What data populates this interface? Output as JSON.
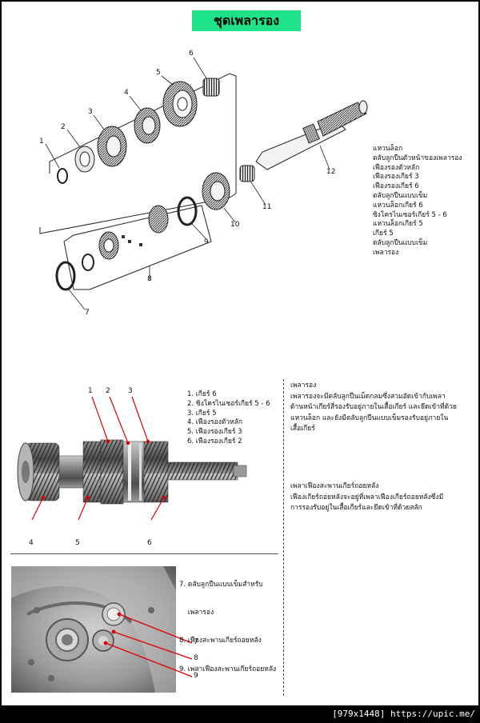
{
  "page_title": "ชุดเพลารอง",
  "exploded_view": {
    "callouts": [
      "1",
      "2",
      "3",
      "4",
      "5",
      "6",
      "7",
      "8",
      "9",
      "10",
      "11",
      "12"
    ],
    "legend": [
      "แหวนล็อก",
      "ตลับลูกปืนตัวหน้าของเพลารอง",
      "เฟืองรองตัวหลัก",
      "เฟืองรองเกียร์ 3",
      "เฟืองรองเกียร์ 6",
      "ตลับลูกปืนแบบเข็ม",
      "แหวนล็อกเกียร์ 6",
      "ซิงโครไนเซอร์เกียร์ 5 - 6",
      "แหวนล็อกเกียร์ 5",
      "เกียร์ 5",
      "ตลับลูกปืนแบบเข็ม",
      "เพลารอง"
    ]
  },
  "shaft_photo": {
    "callouts": [
      "1",
      "2",
      "3",
      "4",
      "5",
      "6"
    ],
    "legend": [
      "1. เกียร์ 6",
      "2. ซิงโครไนเซอร์เกียร์ 5 - 6",
      "3. เกียร์ 5",
      "4. เฟืองรองตัวหลัก",
      "5. เฟืองรองเกียร์ 3",
      "6. เฟืองรองเกียร์ 2"
    ]
  },
  "description": {
    "heading": "เพลารอง",
    "paragraph1": [
      "เพลารองจะมีตลับลูกปืนเม็ดกลมซึ่งสวมอัดเข้ากับเพลา",
      "ด้านหน้าเกียร์สี่รองรับอยู่ภายในเสื้อเกียร์ และยึดเข้าที่ด้วย",
      "แหวนล็อก และยังมีตลับลูกปืนแบบเข็มรองรับอยู่ภายใน",
      "เสื้อเกียร์"
    ],
    "heading2": "เพลาเฟืองสะพานเกียร์ถอยหลัง",
    "paragraph2": [
      "เฟืองเกียร์ถอยหลังจะอยู่ที่เพลาเฟืองเกียร์ถอยหลังซึ่งมี",
      "การรองรับอยู่ในเสื้อเกียร์และยึดเข้าที่ด้วยสลัก"
    ]
  },
  "case_photo": {
    "callouts": [
      "7",
      "8",
      "9"
    ],
    "legend": [
      "7. ตลับลูกปืนแบบเข็มสำหรับ",
      "    เพลารอง",
      "8. เฟืองสะพานเกียร์ถอยหลัง",
      "9. เพลาเฟืองสะพานเกียร์ถอยหลัง"
    ]
  },
  "footer": "[979x1448] https://upic.me/",
  "colors": {
    "title_bg": "#1de28a",
    "leader_red": "#e00000",
    "page_bg": "#ffffff",
    "footer_bg": "#000000"
  }
}
